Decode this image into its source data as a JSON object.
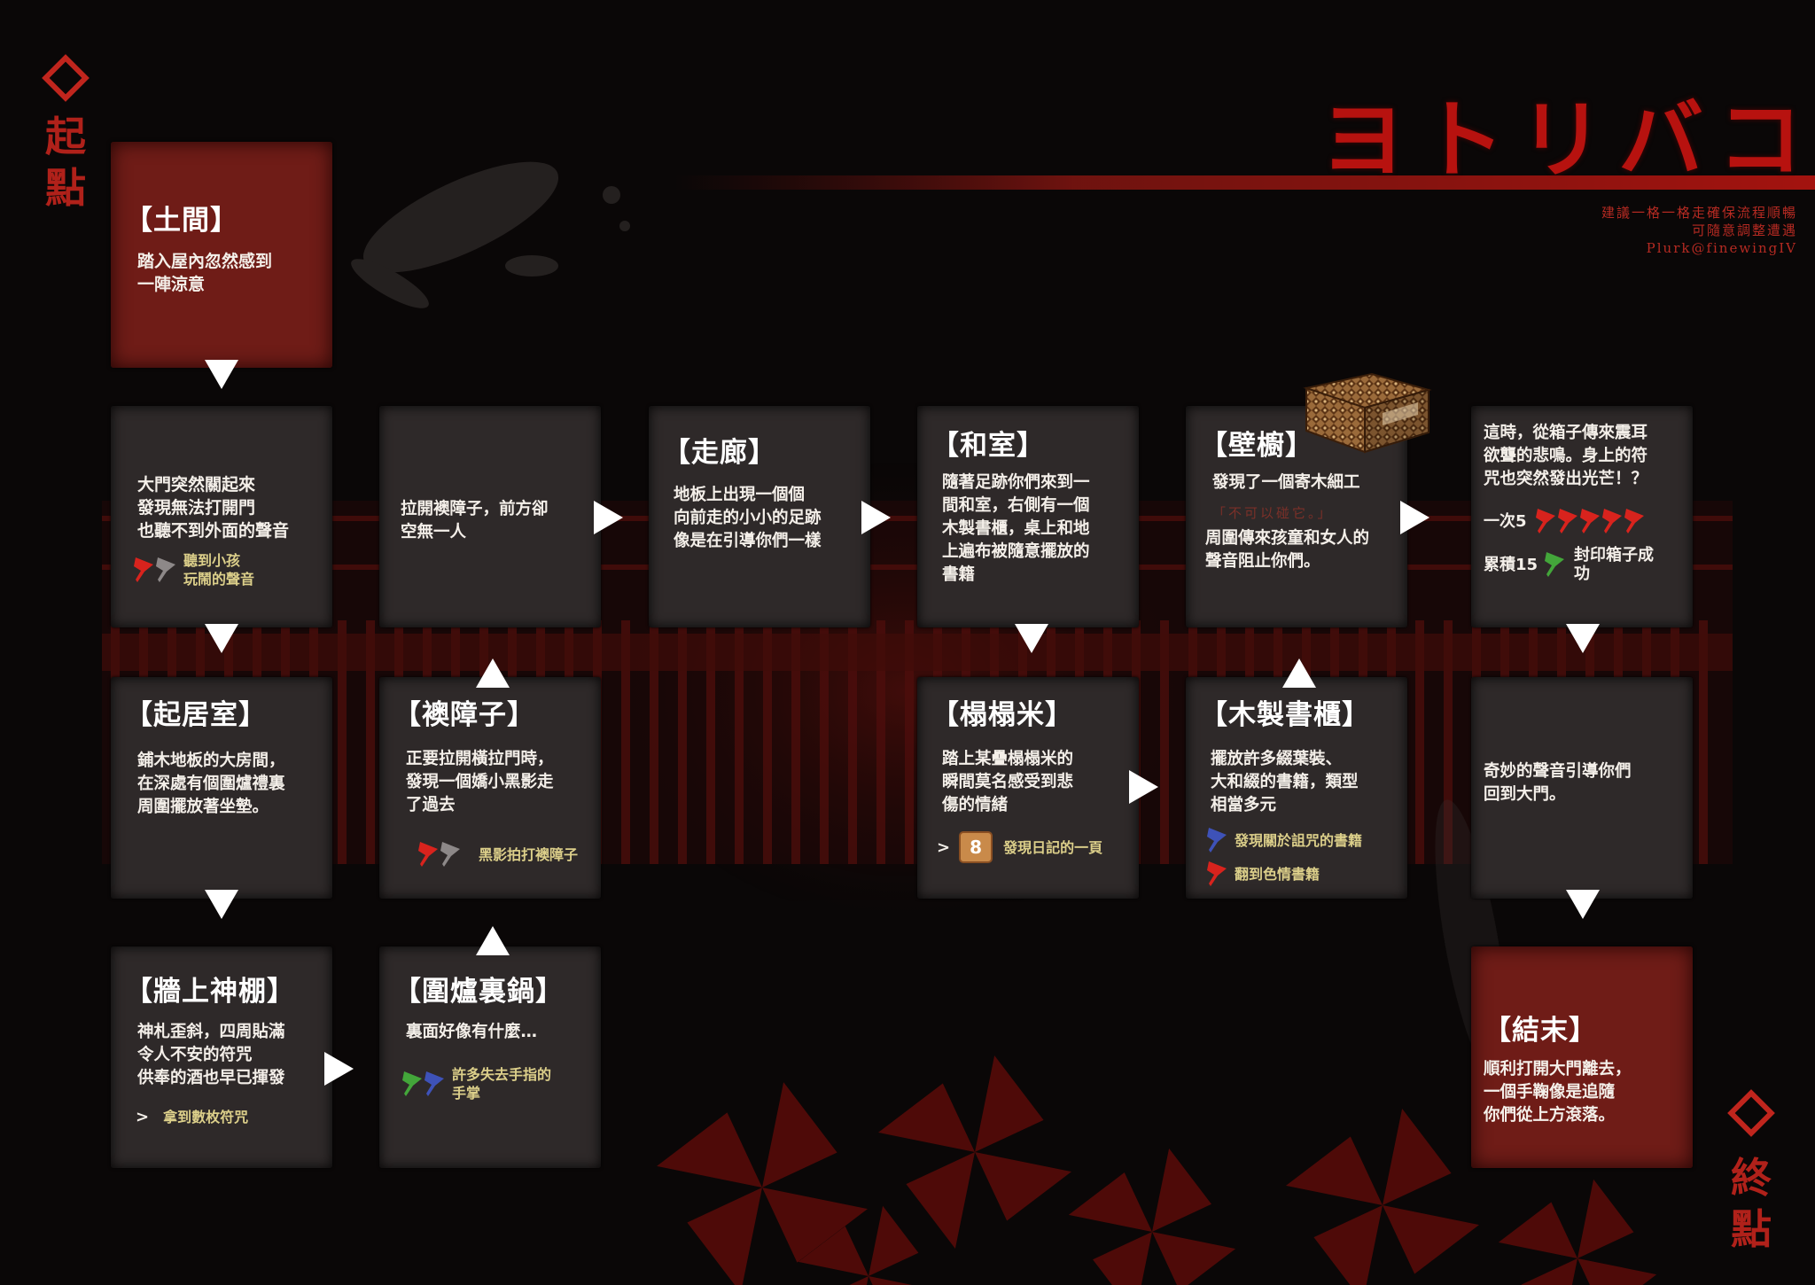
{
  "header": {
    "title": "ヨトリバコ",
    "notes": [
      "建議一格一格走確保流程順暢",
      "可隨意調整遭遇",
      "Plurk@finewingIV"
    ]
  },
  "start_label": "起點",
  "end_label": "終點",
  "colors": {
    "accent": "#b7120f",
    "red_pin": "#d8231d",
    "gray_pin": "#8d8888",
    "green_pin": "#43a63a",
    "blue_pin": "#3e52b8"
  },
  "nodes": {
    "entrance": {
      "title": "【土間】",
      "body": "踏入屋內忽然感到\n一陣涼意"
    },
    "door": {
      "body": "大門突然關起來\n發現無法打開門\n也聽不到外面的聲音",
      "event": "聽到小孩\n玩鬧的聲音",
      "pins": [
        "red-pin-icon",
        "gray-pin-icon"
      ]
    },
    "living": {
      "title": "【起居室】",
      "body": "鋪木地板的大房間，\n在深處有個圍爐禮裏\n周圍擺放著坐墊。"
    },
    "shrine": {
      "title": "【牆上神棚】",
      "body": "神札歪斜，四周貼滿\n令人不安的符咒\n供奉的酒也早已揮發",
      "event": "拿到數枚符咒"
    },
    "hearth": {
      "title": "【圍爐裏鍋】",
      "body": "裏面好像有什麼…",
      "event": "許多失去手指的\n手掌",
      "pins": [
        "green-pin-icon",
        "blue-pin-icon"
      ]
    },
    "fusuma": {
      "title": "【襖障子】",
      "body": "正要拉開橫拉門時，\n發現一個嬌小黑影走\n了過去",
      "event": "黑影拍打襖障子",
      "pins": [
        "red-pin-icon",
        "gray-pin-icon"
      ]
    },
    "empty": {
      "body": "拉開襖障子，前方卻\n空無一人"
    },
    "corridor": {
      "title": "【走廊】",
      "body": "地板上出現一個個\n向前走的小小的足跡\n像是在引導你們一樣"
    },
    "washitsu": {
      "title": "【和室】",
      "body": "隨著足跡你們來到一\n間和室，右側有一個\n木製書櫃，桌上和地\n上遍布被隨意擺放的\n書籍"
    },
    "tatami": {
      "title": "【榻榻米】",
      "body": "踏上某疊榻榻米的\n瞬間莫名感受到悲\n傷的情緒",
      "event": "發現日記的一頁",
      "diary_number": "8"
    },
    "bookshelf": {
      "title": "【木製書櫃】",
      "body": "擺放許多綴葉裝、\n大和綴的書籍，類型\n相當多元",
      "events": [
        "發現關於詛咒的書籍",
        "翻到色情書籍"
      ]
    },
    "closet": {
      "title": "【壁櫥】",
      "body1": "發現了一個寄木細工",
      "quote": "「不可以碰它。」",
      "body2": "周圍傳來孩童和女人的\n聲音阻止你們。"
    },
    "seal": {
      "body": "這時，從箱子傳來震耳\n欲聾的悲鳴。身上的符\n咒也突然發出光芒！？",
      "once_label": "一次5",
      "total_label": "累積15",
      "seal_text": "封印箱子成功"
    },
    "return": {
      "body": "奇妙的聲音引導你們\n回到大門。"
    },
    "ending": {
      "title": "【結末】",
      "body": "順利打開大門離去，\n一個手鞠像是追隨\n你們從上方滾落。"
    }
  }
}
